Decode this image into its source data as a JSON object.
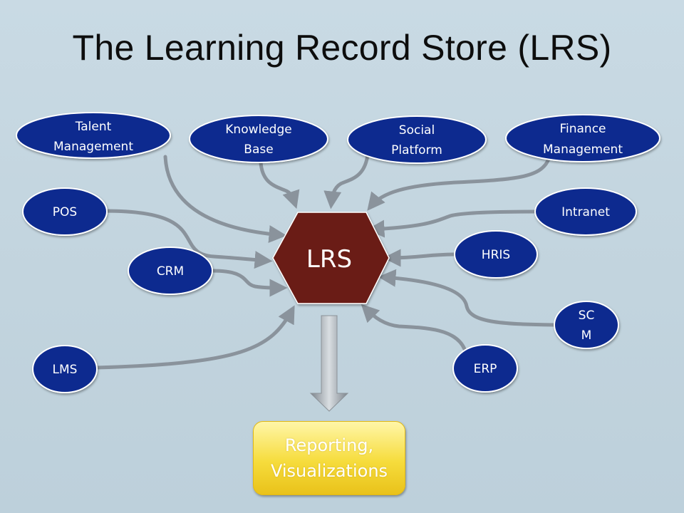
{
  "title": "The Learning Record Store (LRS)",
  "hub": {
    "label": "LRS",
    "color": "#6b1a12"
  },
  "nodes": {
    "talent_management": [
      "Talent",
      "Management"
    ],
    "knowledge_base": [
      "Knowledge",
      "Base"
    ],
    "social_platform": [
      "Social",
      "Platform"
    ],
    "finance_management": [
      "Finance",
      "Management"
    ],
    "pos": "POS",
    "intranet": "Intranet",
    "crm": "CRM",
    "hris": "HRIS",
    "scm": [
      "SC",
      "M"
    ],
    "lms": "LMS",
    "erp": "ERP"
  },
  "output": {
    "line1": "Reporting,",
    "line2": "Visualizations"
  },
  "colors": {
    "node_fill": "#0b2b8f",
    "node_stroke": "#ffffff",
    "connector": "#8a939c",
    "output_fill": "#f3d52e"
  }
}
